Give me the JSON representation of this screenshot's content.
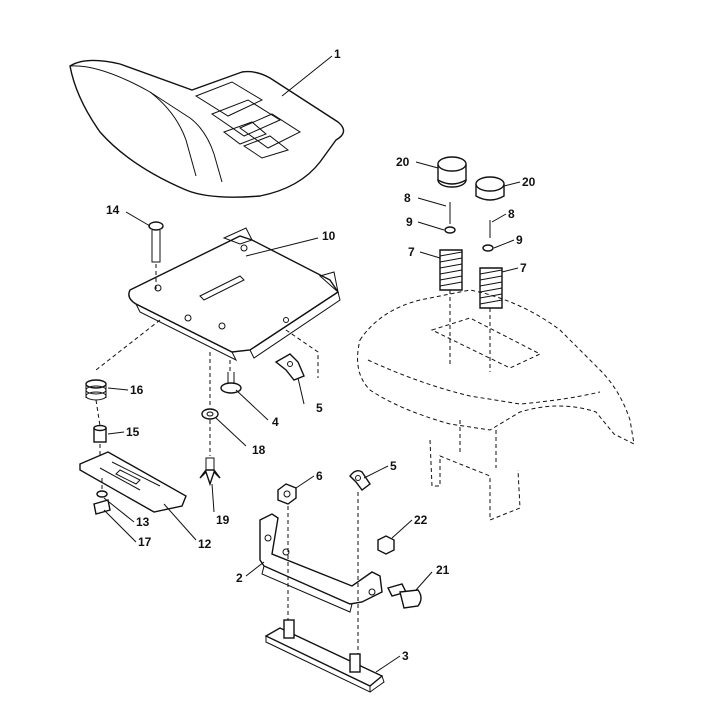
{
  "labels": {
    "p1": "1",
    "p2": "2",
    "p3": "3",
    "p4": "4",
    "p5a": "5",
    "p5b": "5",
    "p6": "6",
    "p7a": "7",
    "p7b": "7",
    "p8a": "8",
    "p8b": "8",
    "p9a": "9",
    "p9b": "9",
    "p10": "10",
    "p12": "12",
    "p13": "13",
    "p14": "14",
    "p15": "15",
    "p16": "16",
    "p17": "17",
    "p18": "18",
    "p19": "19",
    "p20a": "20",
    "p20b": "20",
    "p21": "21",
    "p22": "22"
  }
}
